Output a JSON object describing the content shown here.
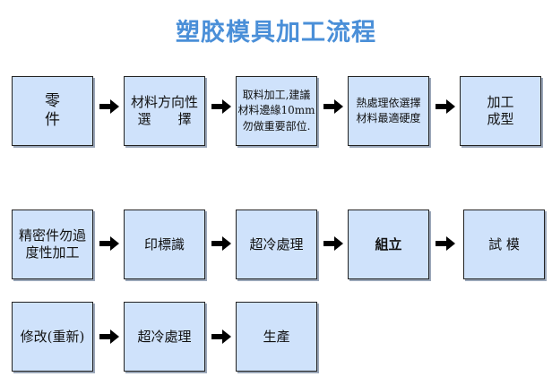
{
  "title": "塑胶模具加工流程",
  "steps": {
    "s1": "零\n件",
    "s2": "材料方向性\n選　　擇",
    "s3": "取料加工,建議\n材料邊緣10mm\n勿做重要部位.",
    "s4": "熱處理依選擇\n材料最適硬度",
    "s5": "加工\n成型",
    "s6": "精密件勿過\n度性加工",
    "s7": "印標識",
    "s8": "超冷處理",
    "s9": "組立",
    "s10": "試 模",
    "s11": "修改(重新)",
    "s12": "超冷處理",
    "s13": "生產"
  },
  "colors": {
    "title": "#4a8fd8",
    "box_fill": "#cfe2fb",
    "box_border": "#222222",
    "arrow": "#000000"
  }
}
